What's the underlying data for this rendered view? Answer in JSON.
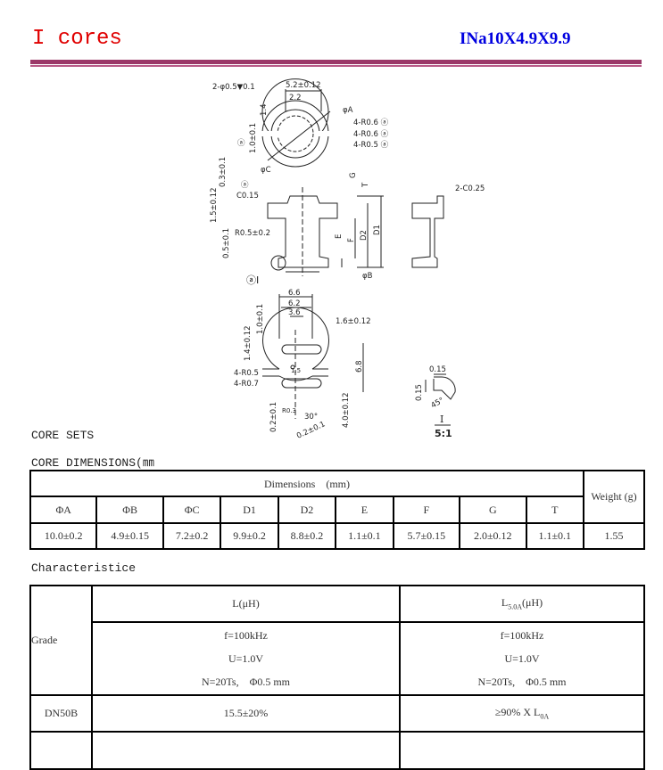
{
  "header": {
    "title": "I cores",
    "model": "INa10X4.9X9.9"
  },
  "drawing": {
    "top_labels": [
      "2-φ0.5▼0.1",
      "5.2±0.12",
      "2.2",
      "1.4",
      "φA",
      "4-R0.6 ⓐ",
      "4-R0.6 ⓐ",
      "4-R0.5 ⓐ",
      "ⓐ",
      "1.0±0.1",
      "φC"
    ],
    "side_labels": [
      "ⓐ",
      "0.3±0.1",
      "C0.15",
      "1.5±0.12",
      "R0.5±0.2",
      "0.5±0.1",
      "G",
      "T",
      "E",
      "F",
      "D2",
      "D1",
      "φB",
      "ⓐI",
      "2-C0.25"
    ],
    "bottom_labels": [
      "6.6",
      "6.2",
      "3.6",
      "1.6±0.12",
      "1.0±0.1",
      "1.4±0.12",
      "4-R0.5",
      "4-R0.7",
      "1.5",
      "6.8",
      "R0.3",
      "30°",
      "0.2±0.1",
      "0.2±0.1",
      "4.0±0.12"
    ],
    "detail_labels": [
      "0.15",
      "0.15",
      "45°",
      "I",
      "5:1"
    ]
  },
  "sections": {
    "core_sets": "CORE SETS",
    "core_dimensions": "CORE DIMENSIONS(㎜",
    "characteristics": "Characteristice"
  },
  "dimensions_table": {
    "group_header": "Dimensions　(mm)",
    "weight_header": "Weight (g)",
    "columns": [
      "ΦA",
      "ΦB",
      "ΦC",
      "D1",
      "D2",
      "E",
      "F",
      "G",
      "T"
    ],
    "values": [
      "10.0±0.2",
      "4.9±0.15",
      "7.2±0.2",
      "9.9±0.2",
      "8.8±0.2",
      "1.1±0.1",
      "5.7±0.15",
      "2.0±0.12",
      "1.1±0.1"
    ],
    "weight": "1.55"
  },
  "characteristics_table": {
    "grade_label": "Grade",
    "col1_header": "L(μH)",
    "col2_header_main": "L",
    "col2_header_sub": "5.0A",
    "col2_header_unit": "(μH)",
    "conditions": [
      "f=100kHz",
      "U=1.0V",
      "N=20Ts,　Φ0.5 mm"
    ],
    "rows": [
      {
        "grade": "DN50B",
        "l": "15.5±20%",
        "l_bias_main": "≥90% X L",
        "l_bias_sub": "0A"
      }
    ]
  }
}
